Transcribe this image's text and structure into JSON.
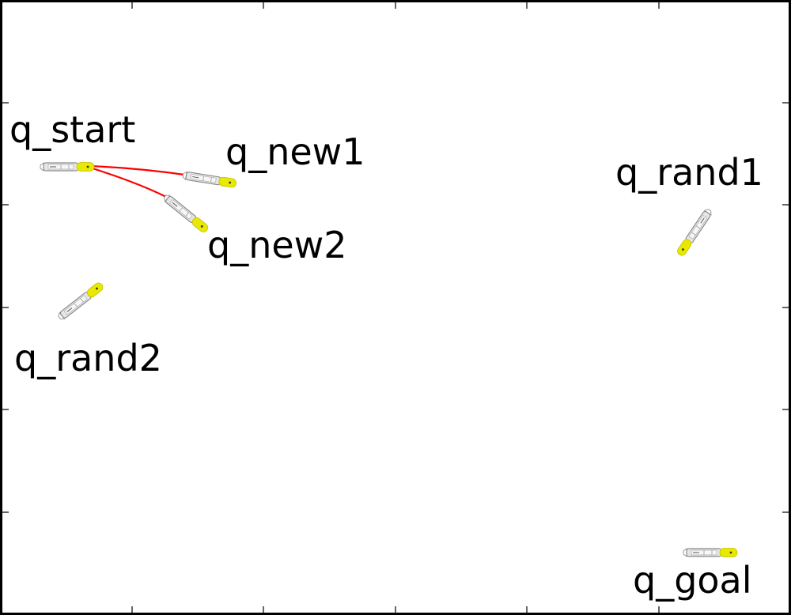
{
  "figure": {
    "background": "#ffffff",
    "frame_color": "#000000",
    "path_color": "#ff0000",
    "robot_body_color": "#e6e6e6",
    "robot_head_color": "#e8e800",
    "x_ticks_visible": true,
    "y_ticks_visible": true,
    "tick_labels_visible": false
  },
  "nodes": [
    {
      "id": "q_start",
      "label": "q_start",
      "kind": "start"
    },
    {
      "id": "q_new1",
      "label": "q_new1",
      "kind": "new"
    },
    {
      "id": "q_new2",
      "label": "q_new2",
      "kind": "new"
    },
    {
      "id": "q_rand1",
      "label": "q_rand1",
      "kind": "random"
    },
    {
      "id": "q_rand2",
      "label": "q_rand2",
      "kind": "random"
    },
    {
      "id": "q_goal",
      "label": "q_goal",
      "kind": "goal"
    }
  ],
  "edges": [
    {
      "from": "q_start",
      "to": "q_new1"
    },
    {
      "from": "q_start",
      "to": "q_new2"
    }
  ]
}
